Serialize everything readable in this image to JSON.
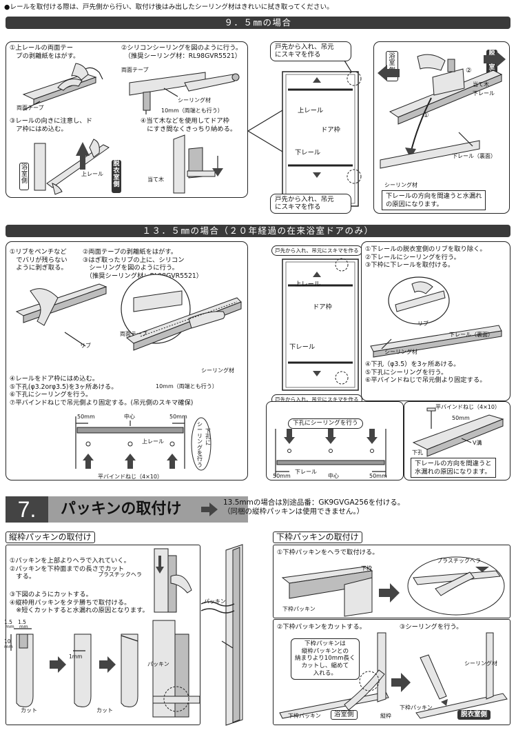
{
  "header_note": "●レールを取付ける際は、戸先側から行い、取付け後はみ出したシーリング材はきれいに拭き取ってください。",
  "s95": {
    "title": "９．５㎜の場合",
    "step1": "①上レールの両面テー\n　プの剥離紙をはがす。",
    "step2": "②シリコンシーリングを図のように行う。\n　（推奨シーリング材：RL98GVR5521）",
    "step3": "③レールの向きに注意し、ド\n　ア枠にはめ込む。",
    "step4": "④当て木などを使用してドア枠\n　にすき間なくきっちり納める。",
    "lbl_tape_a": "両面テープ",
    "lbl_tape_b": "両面テープ",
    "lbl_sealant": "シーリング材",
    "lbl_10mm": "10mm（両端とも行う）",
    "lbl_upper_rail": "上レール",
    "lbl_block": "当て木",
    "lbl_bath": "浴\n室\n側",
    "lbl_dress": "脱\n衣\n室\n側",
    "door_tag_top": "戸先から入れ、吊元\nにスキマを作る",
    "door_tag_bottom": "戸先から入れ、吊元\nにスキマを作る",
    "door_upper": "上レール",
    "door_frame": "ドア枠",
    "door_lower": "下レール",
    "r_bath": "浴\n室\n側",
    "r_dress": "脱\n衣\n室\n側",
    "r_block": "当て木",
    "r_lower": "下レール",
    "r_lower_back": "下レール（裏面）",
    "r_sealant": "シーリング材",
    "r_c1": "①",
    "r_c2": "②",
    "r_note": "下レールの方向を間違うと水漏れ\nの原因になります。"
  },
  "s135": {
    "title": "１３．５㎜の場合（２０年経過の在来浴室ドアのみ）",
    "step1": "①リブをペンチなど\n　でバリが残らない\n　ように剥ぎ取る。",
    "step23": "②両面テープの剥離紙をはがす。\n③はぎ取ったリブの上に、シリコン\n　シーリングを図のように行う。\n　（推奨シーリング材：RL98GVR5521）",
    "lbl_rib": "リブ",
    "lbl_tape": "両面テープ",
    "lbl_sealant": "シーリング材",
    "lbl_10mm": "10mm（両端とも行う）",
    "steps47": "④レールをドア枠にはめ込む。\n⑤下孔(φ3.2orφ3.5)を3ヶ所あける。\n⑥下孔にシーリングを行う。\n⑦平バインドねじで吊元側より固定する。(吊元側のスキマ確保)",
    "d_50a": "50mm",
    "d_center": "中心",
    "d_50b": "50mm",
    "d_upper": "上レール",
    "d_screw": "平バインドねじ（4×10）",
    "d_seal_note": "シ\nー\nリ\nン\nグ\nを\n行\nう",
    "d_seal_note_b": "下\n孔\nに",
    "door_tag_top": "戸先から入れ、吊元にスキマを作る",
    "door_tag_bottom": "戸先から入れ、吊元にスキマを作る",
    "door_upper": "上レール",
    "door_frame": "ドア枠",
    "door_lower": "下レール",
    "r_steps13": "①下レールの脱衣室側のリブを取り除く。\n②下レールにシーリングを行う。\n③下枠に下レールを取付ける。",
    "r_rib": "リブ",
    "r_lower_back": "下レール（裏面）",
    "r_sealant": "シーリング材",
    "r_steps46": "④下孔（φ3.5）を3ヶ所あける。\n⑤下孔にシーリングを行う。\n⑥平バインドねじで吊元側より固定する。",
    "b_seal": "下孔にシーリングを行う",
    "b_50a": "50mm",
    "b_lower": "下レール",
    "b_center": "中心",
    "b_50b": "50mm",
    "b_screw": "平バインドねじ（4×10）",
    "b_50c": "50mm",
    "b_hole": "下孔",
    "b_vgroove": "V溝",
    "b_note": "下レールの方向を間違うと\n水漏れの原因になります。"
  },
  "s7": {
    "number": "7.",
    "title": "パッキンの取付け",
    "note": "13.5mmの場合は別途品番：GK9GVGA256を付ける。\n（同梱の縦枠パッキンは使用できません。）",
    "v_heading": "縦枠パッキンの取付け",
    "v_steps12": "①パッキンを上部よりヘラで入れていく。\n②パッキンを下枠面までの長さでカット\n　する。",
    "v_spatula": "プラスチックヘラ",
    "v_steps34": "③下図のようにカットする。\n④縦枠用パッキンをタテ勝ちで取付ける。\n　※短くカットすると水漏れの原因となります。",
    "v_dim1": "1.5",
    "v_dim2": "1.5",
    "v_mm1": "mm",
    "v_mm2": "mm",
    "v_dim10": "10",
    "v_mm10": "mm",
    "v_dim1mm": "1mm",
    "v_cut1": "カット",
    "v_cut2": "カット",
    "v_packing": "パッキン",
    "v_packing2": "パッキン",
    "b_heading": "下枠パッキンの取付け",
    "b_step1": "①下枠パッキンをヘラで取付ける。",
    "b_spatula": "プラスチックヘラ",
    "b_frame": "下枠",
    "b_packing": "下枠パッキン",
    "b_step2": "②下枠パッキンをカットする。",
    "b_step3": "③シーリングを行う。",
    "b_callout": "下枠パッキンは\n縦枠パッキンとの\n納まりより10mm長く\nカットし、縮めて\n入れる。",
    "b_sealant": "シーリング材",
    "b_packing2": "下枠パッキン",
    "b_packing3": "下枠パッキン",
    "b_bath": "浴室側",
    "b_vframe": "縦枠",
    "b_dress": "脱衣室側"
  }
}
